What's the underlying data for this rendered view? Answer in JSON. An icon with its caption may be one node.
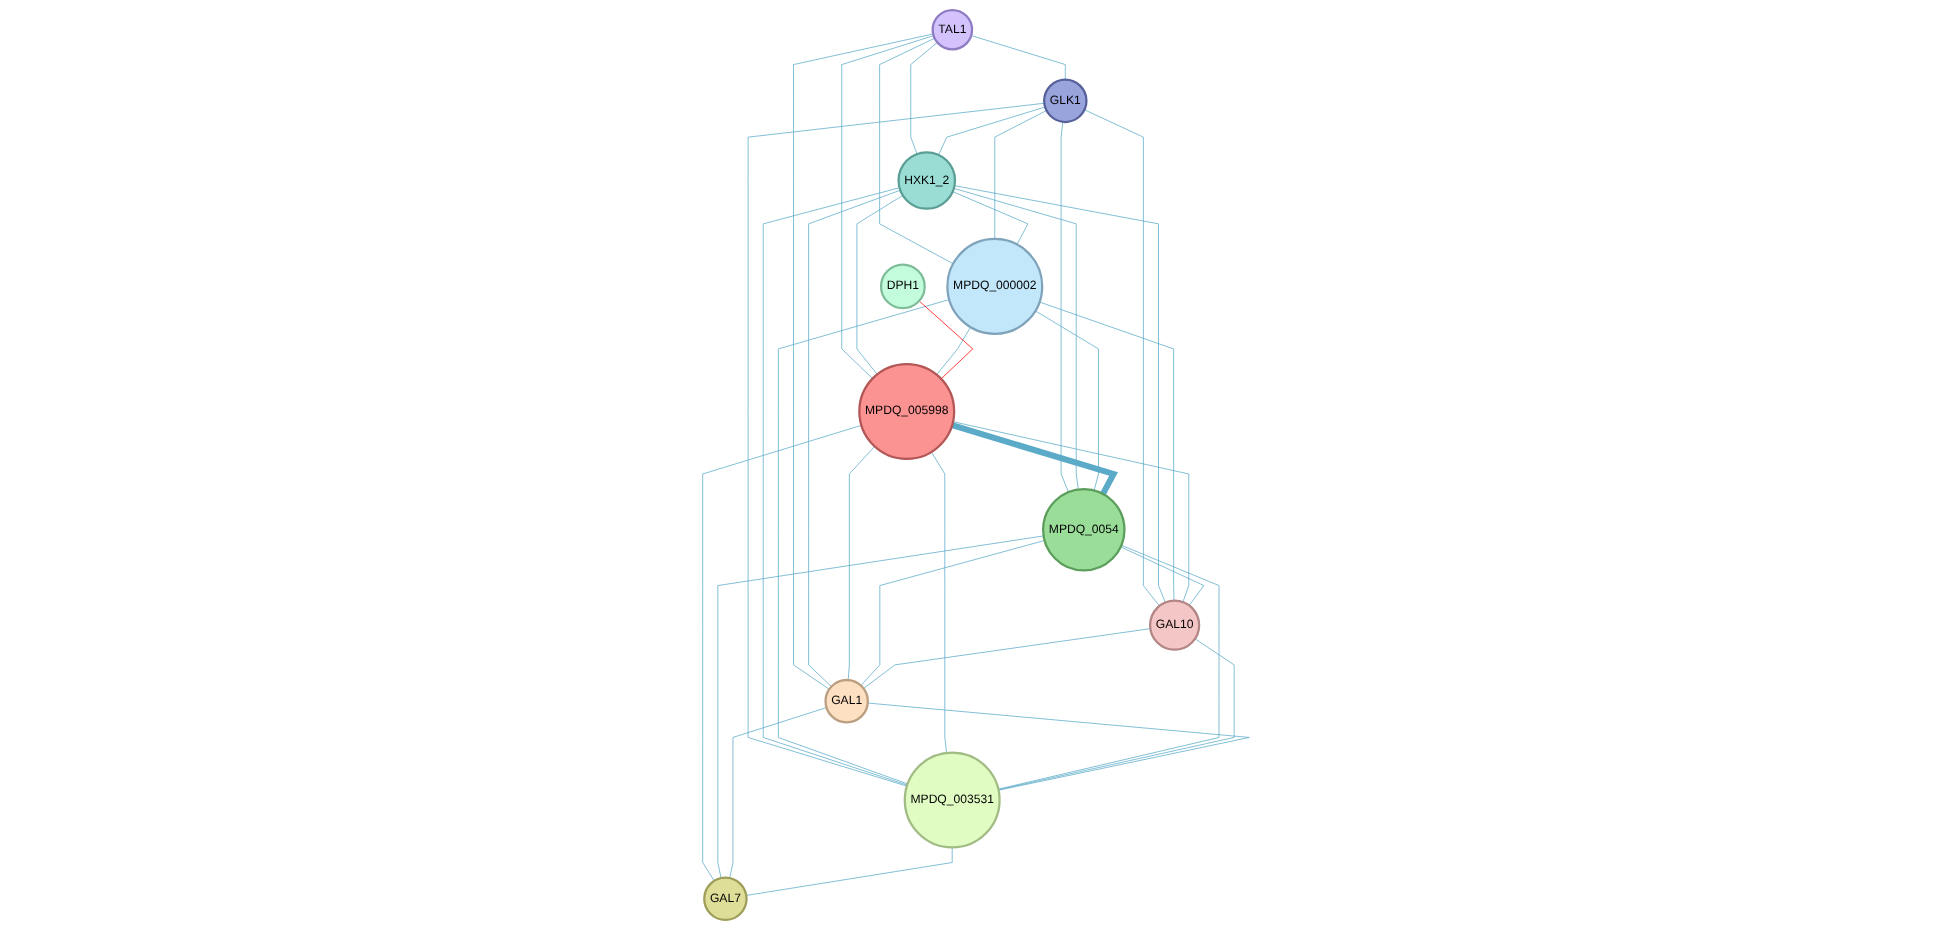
{
  "diagram": {
    "nodes": [
      {
        "text": [
          "TAL1"
        ]
      },
      {
        "text": [
          "GLK1"
        ]
      },
      {
        "text": [
          "HXK1_2"
        ]
      },
      {
        "text": [
          "MPDQ_000002"
        ]
      },
      {
        "text": [
          "DPH1"
        ]
      },
      {
        "text": [
          "MPDQ_005998"
        ]
      },
      {
        "text": [
          "GAL10"
        ]
      },
      {
        "text": [
          "MPDQ_0054"
        ]
      },
      {
        "text": [
          "GAL1"
        ]
      },
      {
        "text": [
          "MPDQ_003531"
        ]
      },
      {
        "text": [
          "GAL7"
        ]
      }
    ],
    "edges": [
      {
        "from": 0,
        "to": 1,
        "arrow": "none"
      },
      {
        "from": 0,
        "to": 2,
        "arrow": "none"
      },
      {
        "from": 0,
        "to": 3,
        "arrow": "none"
      },
      {
        "from": 0,
        "to": 5,
        "arrow": "none"
      },
      {
        "from": 0,
        "to": 8,
        "arrow": "none"
      },
      {
        "from": 1,
        "to": 2,
        "arrow": "none"
      },
      {
        "from": 1,
        "to": 3,
        "arrow": "none"
      },
      {
        "from": 1,
        "to": 7,
        "arrow": "none"
      },
      {
        "from": 1,
        "to": 6,
        "arrow": "none"
      },
      {
        "from": 1,
        "to": 9,
        "arrow": "none"
      },
      {
        "from": 2,
        "to": 3,
        "arrow": "none"
      },
      {
        "from": 2,
        "to": 5,
        "arrow": "none"
      },
      {
        "from": 2,
        "to": 8,
        "arrow": "none"
      },
      {
        "from": 2,
        "to": 7,
        "arrow": "none"
      },
      {
        "from": 2,
        "to": 6,
        "arrow": "none"
      },
      {
        "from": 2,
        "to": 9,
        "arrow": "none"
      },
      {
        "from": 3,
        "to": 5,
        "arrow": "none"
      },
      {
        "from": 3,
        "to": 7,
        "arrow": "none"
      },
      {
        "from": 3,
        "to": 6,
        "arrow": "none"
      },
      {
        "from": 3,
        "to": 9,
        "arrow": "none"
      },
      {
        "from": 4,
        "to": 5,
        "arrow": "none",
        "color": "#ff0000"
      },
      {
        "from": 5,
        "to": 7,
        "arrow": "none",
        "style": "thick"
      },
      {
        "from": 5,
        "to": 6,
        "arrow": "none"
      },
      {
        "from": 5,
        "to": 9,
        "arrow": "none"
      },
      {
        "from": 5,
        "to": 8,
        "arrow": "none"
      },
      {
        "from": 5,
        "to": 10,
        "arrow": "none"
      },
      {
        "from": 7,
        "to": 6,
        "arrow": "none"
      },
      {
        "from": 7,
        "to": 8,
        "arrow": "none"
      },
      {
        "from": 7,
        "to": 9,
        "arrow": "none"
      },
      {
        "from": 7,
        "to": 10,
        "arrow": "none"
      },
      {
        "from": 6,
        "to": 8,
        "arrow": "none"
      },
      {
        "from": 6,
        "to": 9,
        "arrow": "none"
      },
      {
        "from": 8,
        "to": 9,
        "arrow": "none"
      },
      {
        "from": 8,
        "to": 10,
        "arrow": "none"
      },
      {
        "from": 9,
        "to": 10,
        "arrow": "none"
      }
    ]
  }
}
